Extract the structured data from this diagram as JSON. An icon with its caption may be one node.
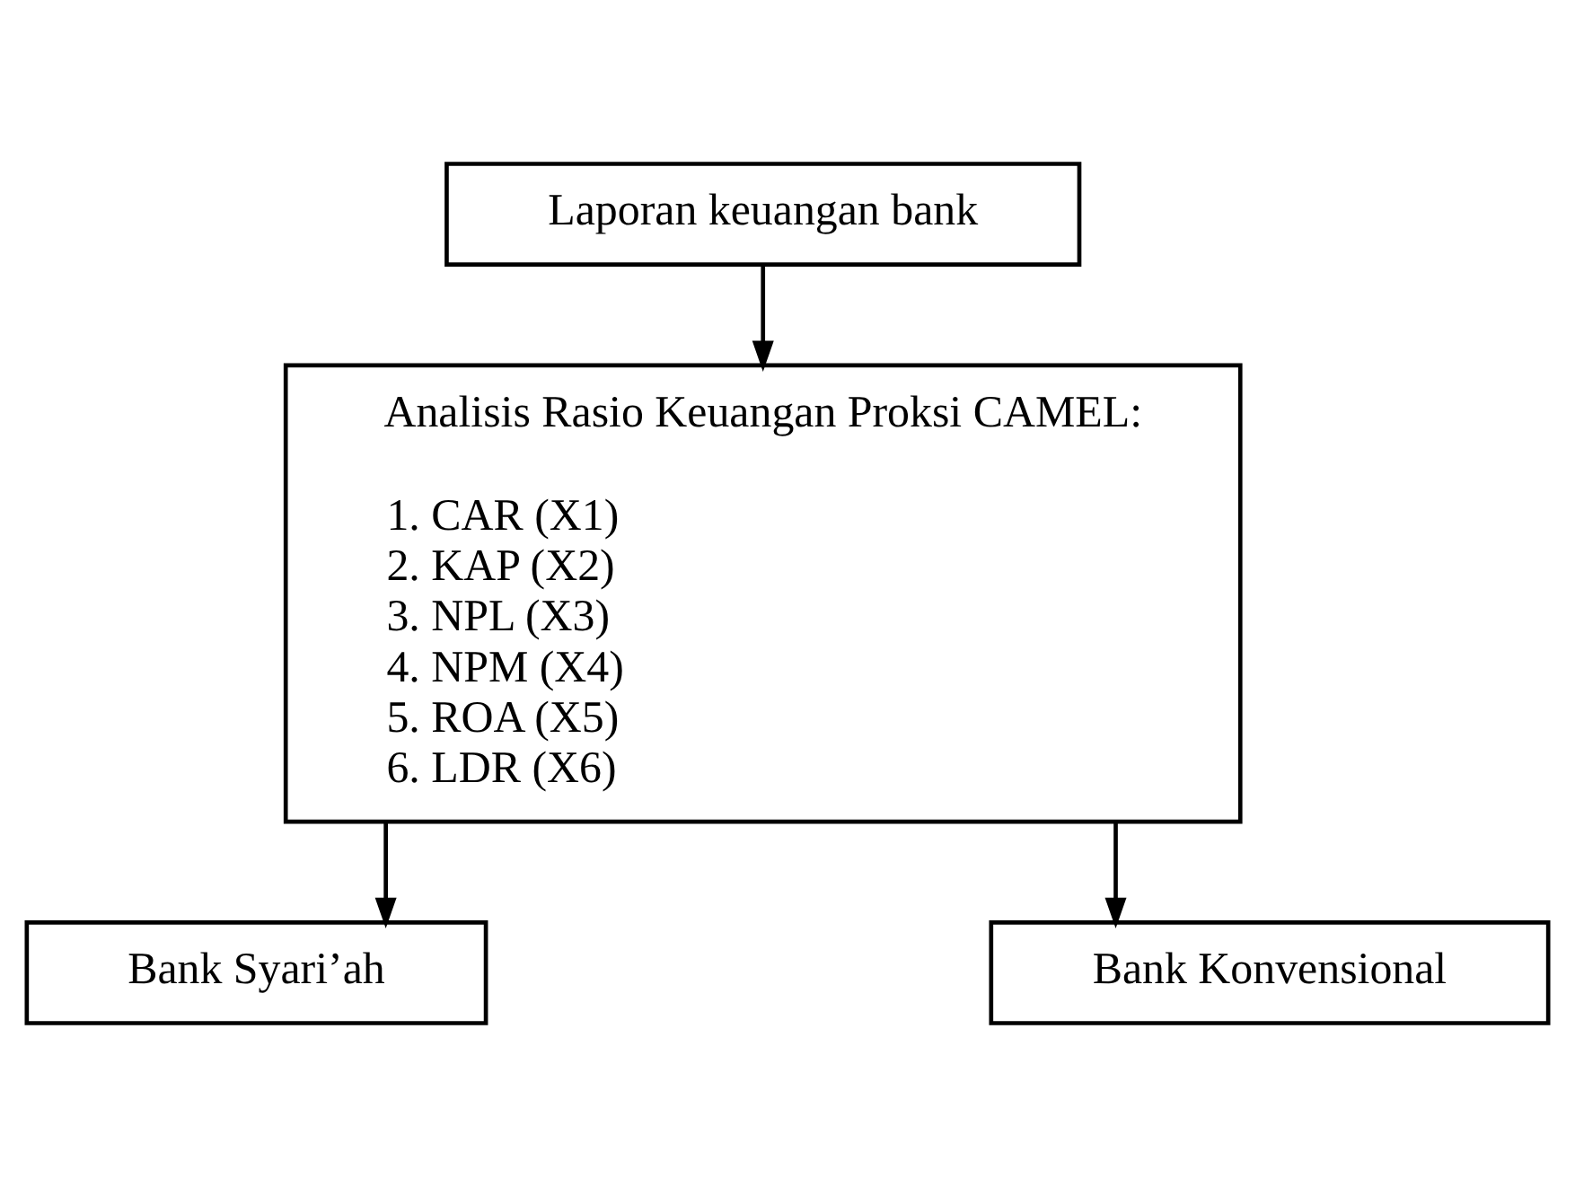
{
  "diagram": {
    "nodes": [
      {
        "text": [
          "Laporan keuangan bank"
        ]
      },
      {
        "text": [
          "Analisis Rasio Keuangan Proksi CAMEL:",
          "1. CAR (X1)",
          "2. KAP (X2)",
          "3. NPL (X3)",
          "4. NPM (X4)",
          "5. ROA (X5)",
          "6. LDR (X6)"
        ]
      },
      {
        "text": [
          "Bank Syari’ah"
        ]
      },
      {
        "text": [
          "Bank Konvensional"
        ]
      }
    ],
    "edges": [
      {
        "from": 0,
        "to": 1,
        "arrow": "to"
      },
      {
        "from": 1,
        "to": 2,
        "arrow": "to"
      },
      {
        "from": 1,
        "to": 3,
        "arrow": "to"
      }
    ]
  }
}
